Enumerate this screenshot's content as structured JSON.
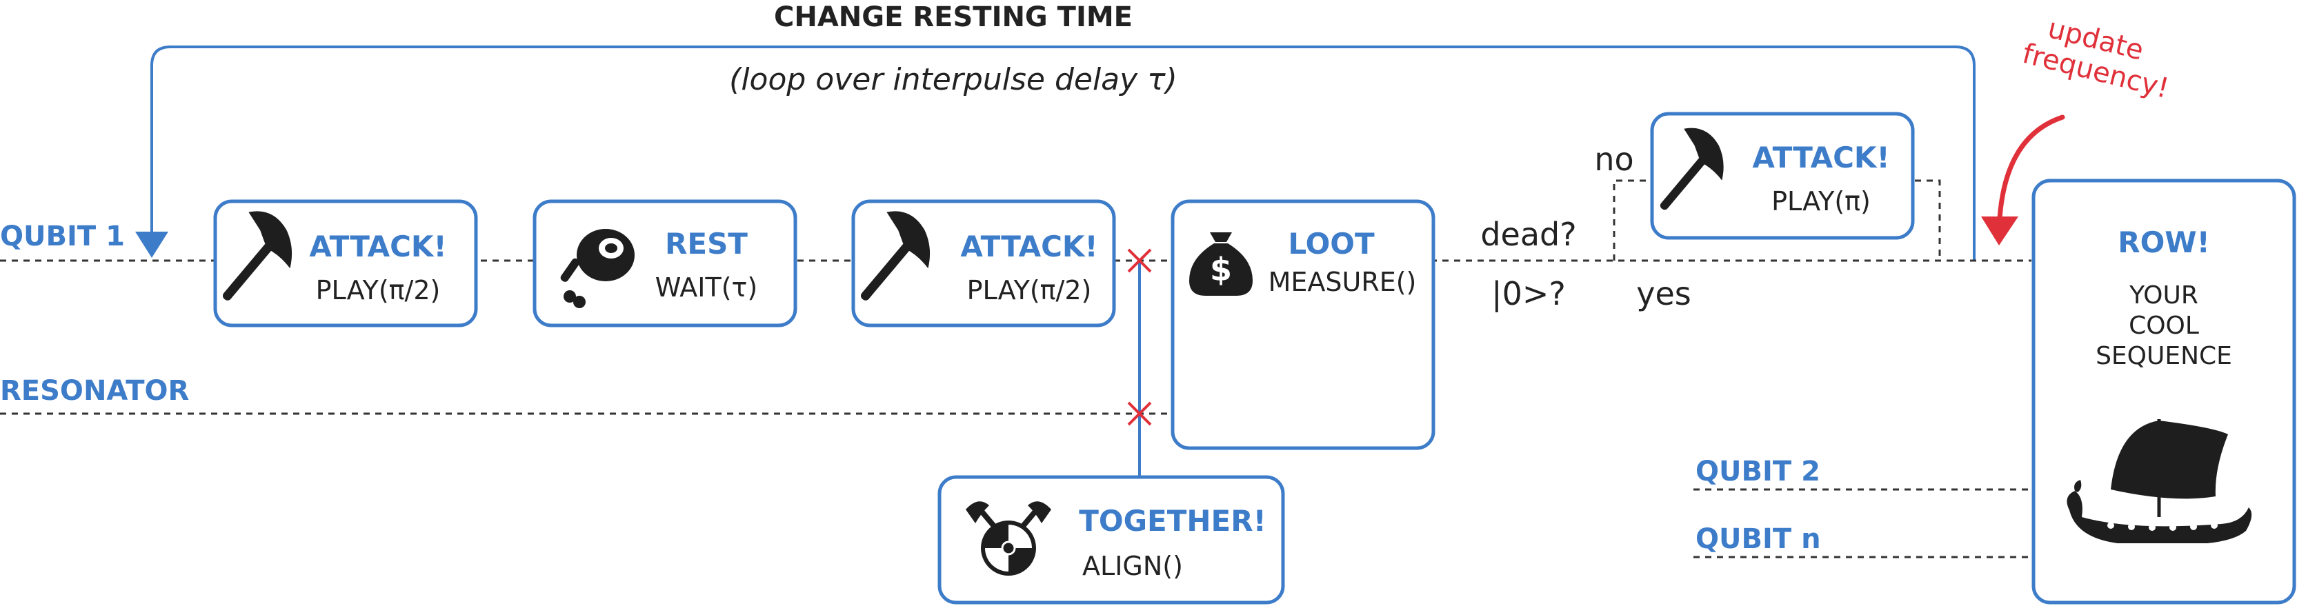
{
  "loop": {
    "title": "CHANGE RESTING TIME",
    "subtitle": "(loop over interpulse delay τ)"
  },
  "lines": {
    "qubit1": "QUBIT 1",
    "resonator": "RESONATOR",
    "qubit2": "QUBIT 2",
    "qubitn": "QUBIT n"
  },
  "boxes": {
    "attack1": {
      "title": "ATTACK!",
      "code": "PLAY(π/2)",
      "icon": "axe-icon"
    },
    "rest": {
      "title": "REST",
      "code": "WAIT(τ)",
      "icon": "meat-icon"
    },
    "attack2": {
      "title": "ATTACK!",
      "code": "PLAY(π/2)",
      "icon": "axe-icon"
    },
    "loot": {
      "title": "LOOT",
      "code": "MEASURE()",
      "icon": "money-bag-icon"
    },
    "attack3": {
      "title": "ATTACK!",
      "code": "PLAY(π)",
      "icon": "axe-icon"
    },
    "together": {
      "title": "TOGETHER!",
      "code": "ALIGN()",
      "icon": "shield-axes-icon"
    },
    "row": {
      "title": "ROW!",
      "line1": "YOUR",
      "line2": "COOL",
      "line3": "SEQUENCE",
      "icon": "viking-ship-icon"
    }
  },
  "decision": {
    "question": "dead?",
    "condition": "|0>?",
    "no": "no",
    "yes": "yes"
  },
  "annotation": {
    "line1": "update",
    "line2": "frequency!"
  },
  "colors": {
    "accent": "#3d7cc9",
    "line": "#333333",
    "red": "#e0303a",
    "icon": "#1e1e1e",
    "text": "#222222"
  }
}
